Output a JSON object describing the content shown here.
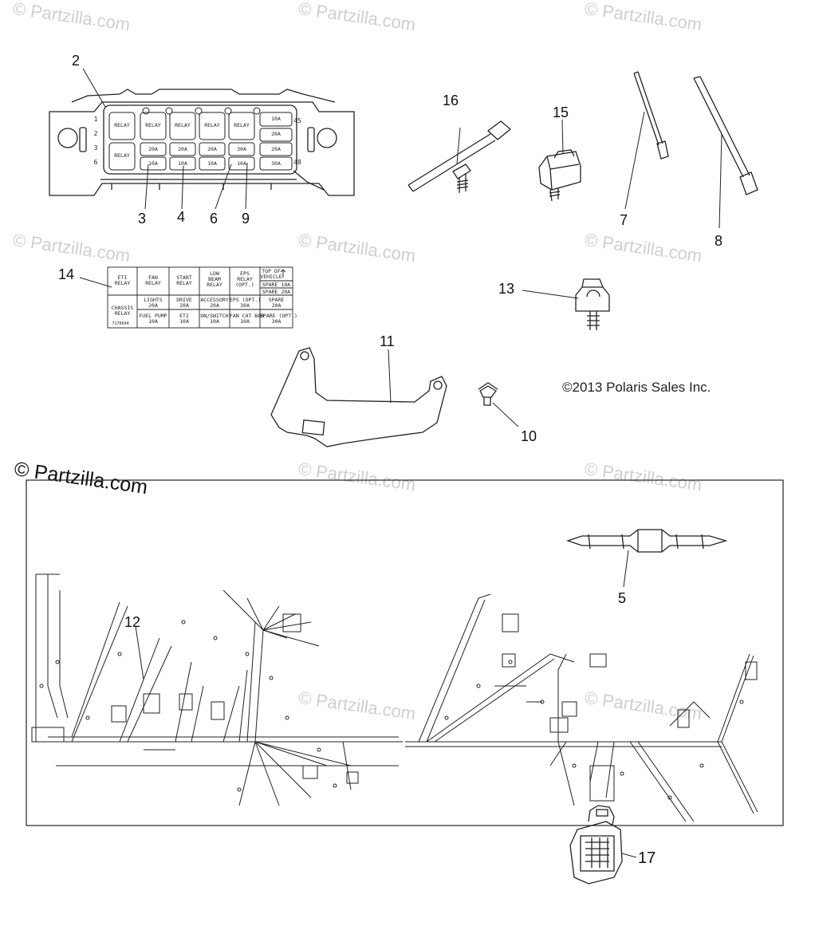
{
  "watermarks": [
    "© Partzilla.com",
    "© Partzilla.com",
    "© Partzilla.com",
    "© Partzilla.com",
    "© Partzilla.com",
    "© Partzilla.com",
    "© Partzilla.com",
    "© Partzilla.com",
    "© Partzilla.com",
    "© Partzilla.com"
  ],
  "watermark_main": "© Partzilla.com",
  "copyright": "©2013 Polaris Sales Inc.",
  "callouts": [
    "2",
    "3",
    "4",
    "6",
    "9",
    "16",
    "15",
    "7",
    "8",
    "14",
    "13",
    "11",
    "10",
    "5",
    "12",
    "17"
  ],
  "fuse_box": {
    "relay": "RELAY",
    "fuses_top": [
      "10A",
      "20A"
    ],
    "fuses_mid": [
      "20A",
      "20A",
      "20A",
      "30A",
      "20A"
    ],
    "fuses_bot": [
      "10A",
      "10A",
      "10A",
      "10A",
      "30A"
    ],
    "num_1": "1",
    "num_2": "2",
    "num_3": "3",
    "num_6": "6",
    "num_45": "45",
    "num_48": "48"
  },
  "decal": {
    "headers": [
      "ETI\nRELAY",
      "FAN\nRELAY",
      "START\nRELAY",
      "LOW\nBEAM\nRELAY",
      "EPS\nRELAY\n(OPT.)"
    ],
    "top_right": [
      "TOP OF\nVEHICLE",
      "SPARE 10A",
      "SPARE 20A"
    ],
    "row2": [
      "CHASSIS\nRELAY",
      "LIGHTS\n20A",
      "DRIVE\n20A",
      "ACCESSORY\n20A",
      "EPS (OPT.)\n30A",
      "SPARE\n20A"
    ],
    "row3": [
      "FUEL PUMP\n10A",
      "ETI\n10A",
      "ON/SWITCH\n10A",
      "FAN CAT BAR\n10A",
      "SPARE (OPT.)\n30A"
    ],
    "part_no": "7176694"
  }
}
